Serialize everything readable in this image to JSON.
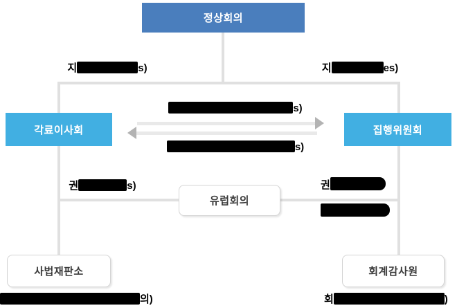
{
  "nodes": {
    "summit": "정상회의",
    "council_of_ministers": "각료이사회",
    "executive_commission": "집행위원회",
    "european_parliament": "유럽회의",
    "court_of_justice": "사법재판소",
    "court_of_auditors": "회계감사원"
  },
  "edge_labels": {
    "top_left": {
      "prefix": "지",
      "redacted": true,
      "suffix": "s)"
    },
    "top_right": {
      "prefix": "지",
      "redacted": true,
      "suffix": "es)"
    },
    "between_top": {
      "prefix": "",
      "redacted": true,
      "suffix": "s)"
    },
    "between_bottom": {
      "prefix": "",
      "redacted": true,
      "suffix": "s)"
    },
    "left_mid": {
      "prefix": "권",
      "redacted": true,
      "suffix": "s)"
    },
    "right_mid_line1": {
      "prefix": "권",
      "redacted": true,
      "suffix": ""
    },
    "right_mid_line2": {
      "prefix": "",
      "redacted": true,
      "suffix": ""
    },
    "bottom_left": {
      "prefix": "",
      "redacted": true,
      "suffix": "의)"
    },
    "bottom_right": {
      "prefix": "회",
      "redacted": true,
      "suffix": ")"
    }
  },
  "colors": {
    "summit_box": "#4A7EBD",
    "side_box": "#41AFE2",
    "connector_line": "#E0E0E0",
    "arrow_bar": "#E9E9E9",
    "arrow_head": "#B3B3B3",
    "redaction_bar": "#000000",
    "outline_box_border": "#D4D4D4"
  }
}
